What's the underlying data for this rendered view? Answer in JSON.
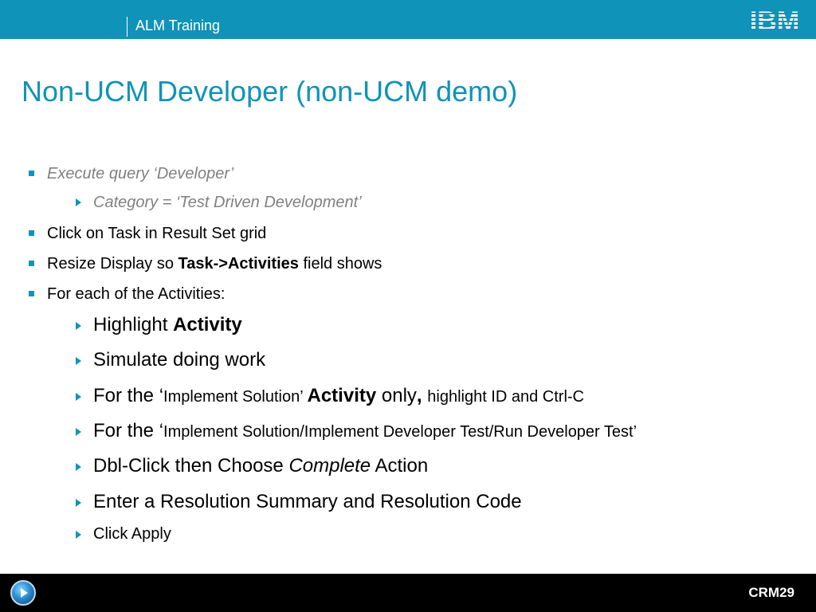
{
  "header": {
    "label": "ALM Training",
    "logo_text": "IBM",
    "bg_color": "#0f93b8"
  },
  "title": "Non-UCM Developer (non-UCM demo)",
  "bullets": {
    "b1": "Execute query ‘Developer’",
    "b1_sub": "Category = ‘Test Driven Development’",
    "b2": "Click on Task in Result Set grid",
    "b3_pre": "Resize Display so ",
    "b3_bold": "Task->Activities",
    "b3_post": " field shows",
    "b4": "For each of the Activities:",
    "s1_pre": "Highlight ",
    "s1_bold": "Activity",
    "s2": "Simulate doing work",
    "s3_pre": "For the ‘",
    "s3_small": "Implement Solution’ ",
    "s3_bold": "Activity",
    "s3_only": " only",
    "s3_comma": ", ",
    "s3_small2": "highlight ID and Ctrl-C",
    "s4_pre": "For the ‘",
    "s4_small": "Implement Solution/Implement Developer Test/Run Developer Test’",
    "s5_pre": "Dbl-Click then Choose ",
    "s5_italic": "Complete",
    "s5_post": " Action",
    "s6": "Enter a Resolution Summary and Resolution Code",
    "s7": "Click Apply"
  },
  "footer": {
    "slide_number": "CRM29",
    "nav_icon": "play-button-icon"
  },
  "colors": {
    "accent": "#0f93b8",
    "secondary_text": "#808080",
    "footer_bg": "#000000"
  }
}
